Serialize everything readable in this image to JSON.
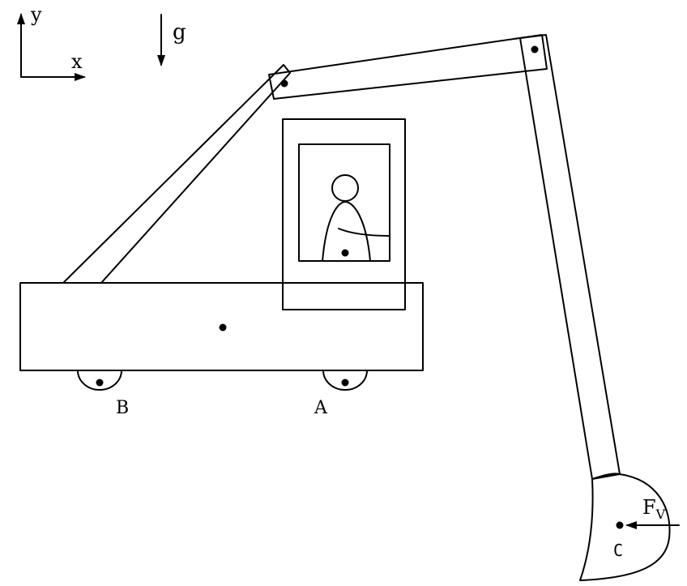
{
  "labels": {
    "axis_y": "y",
    "axis_x": "x",
    "gravity": "g",
    "point_b": "B",
    "point_a": "A",
    "force_main": "F",
    "force_sub": "V",
    "point_c": "C"
  }
}
